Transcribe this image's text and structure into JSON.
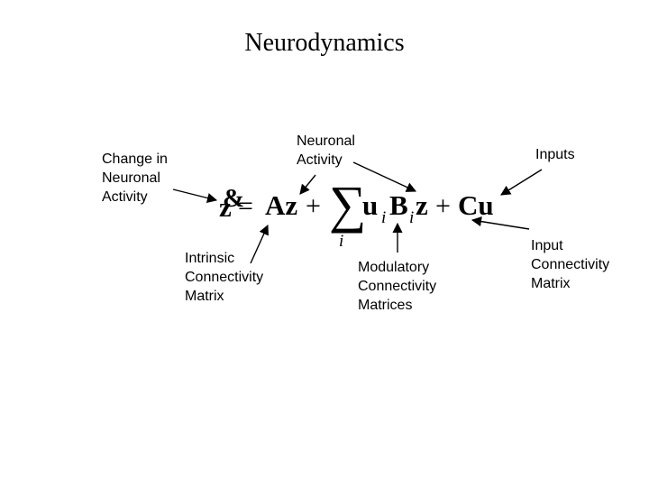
{
  "title": "Neurodynamics",
  "labels": {
    "change_in_activity": "Change in\nNeuronal\nActivity",
    "neuronal_activity": "Neuronal\nActivity",
    "inputs": "Inputs",
    "intrinsic_matrix": "Intrinsic\nConnectivity\nMatrix",
    "modulatory_matrices": "Modulatory\nConnectivity\nMatrices",
    "input_matrix": "Input\nConnectivity\nMatrix"
  },
  "equation": {
    "lhs_var": "z",
    "dot_glyph": "&",
    "equals": "=",
    "term_A": "Az",
    "plus_1": "+",
    "sum_symbol": "∑",
    "sum_index": "i",
    "u": "u",
    "u_sub": "i",
    "B": "B",
    "B_sub": "i",
    "z": "z",
    "plus_2": "+",
    "term_C": "Cu"
  },
  "colors": {
    "text": "#000000",
    "background": "#ffffff"
  }
}
